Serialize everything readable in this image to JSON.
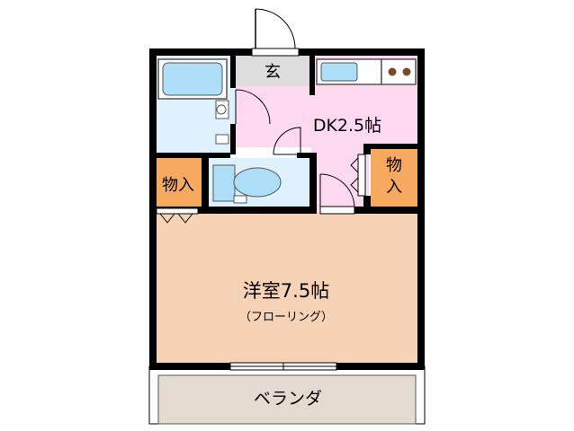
{
  "labels": {
    "entrance": "玄",
    "dk": "DK2.5帖",
    "storage_right": "物\n入",
    "storage_left": "物入",
    "western_room": "洋室7.5帖",
    "flooring": "（フローリング）",
    "balcony": "ベランダ"
  },
  "colors": {
    "wall": "#000000",
    "dk_floor": "#fcd9ef",
    "western_floor": "#f6d2b6",
    "storage": "#f6a95f",
    "bath_floor": "#dff1fc",
    "entrance_floor": "#dcdcdc",
    "balcony_floor": "#e4dbd0",
    "fixture": "#aeddf7",
    "fixture_outline": "#555555",
    "stove_burner": "#7a4a2a"
  }
}
